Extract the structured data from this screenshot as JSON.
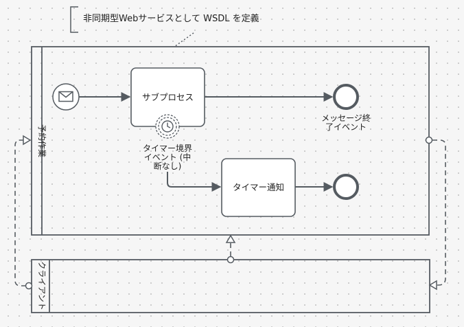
{
  "annotation": {
    "text": "非同期型Webサービスとして WSDL を定義"
  },
  "pool_main": {
    "label": "予約作業"
  },
  "pool_client": {
    "label": "クライアント"
  },
  "tasks": {
    "subprocess": {
      "label": "サブプロセス"
    },
    "timer_notify": {
      "label": "タイマー通知"
    }
  },
  "events": {
    "message_end": {
      "label_line1": "メッセージ終",
      "label_line2": "了イベント"
    },
    "timer_boundary": {
      "label_line1": "タイマー境界",
      "label_line2": "イベント (中",
      "label_line3": "断なし)"
    }
  },
  "icons": {
    "message": "envelope-icon",
    "timer": "clock-icon"
  },
  "colors": {
    "stroke": "#555b61",
    "task_fill": "#ffffff",
    "background": "#f6f6f6",
    "grid_dot": "#c9c9c9"
  }
}
